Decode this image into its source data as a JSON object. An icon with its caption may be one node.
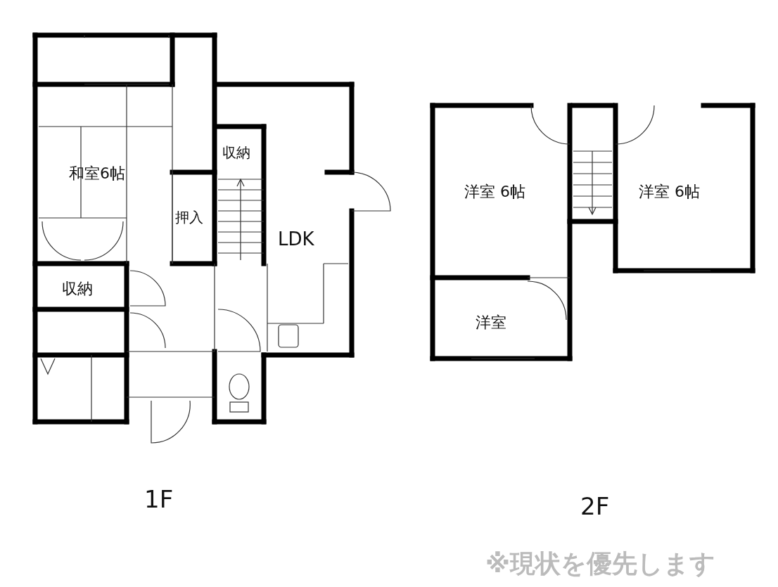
{
  "diagram": {
    "labels": [
      "収納",
      "和室6帖",
      "洋室 6帖",
      "洋室 6帖",
      "押入",
      "LDK",
      "収納",
      "洋室",
      "1F",
      "2F",
      "※現状を優先します"
    ]
  }
}
